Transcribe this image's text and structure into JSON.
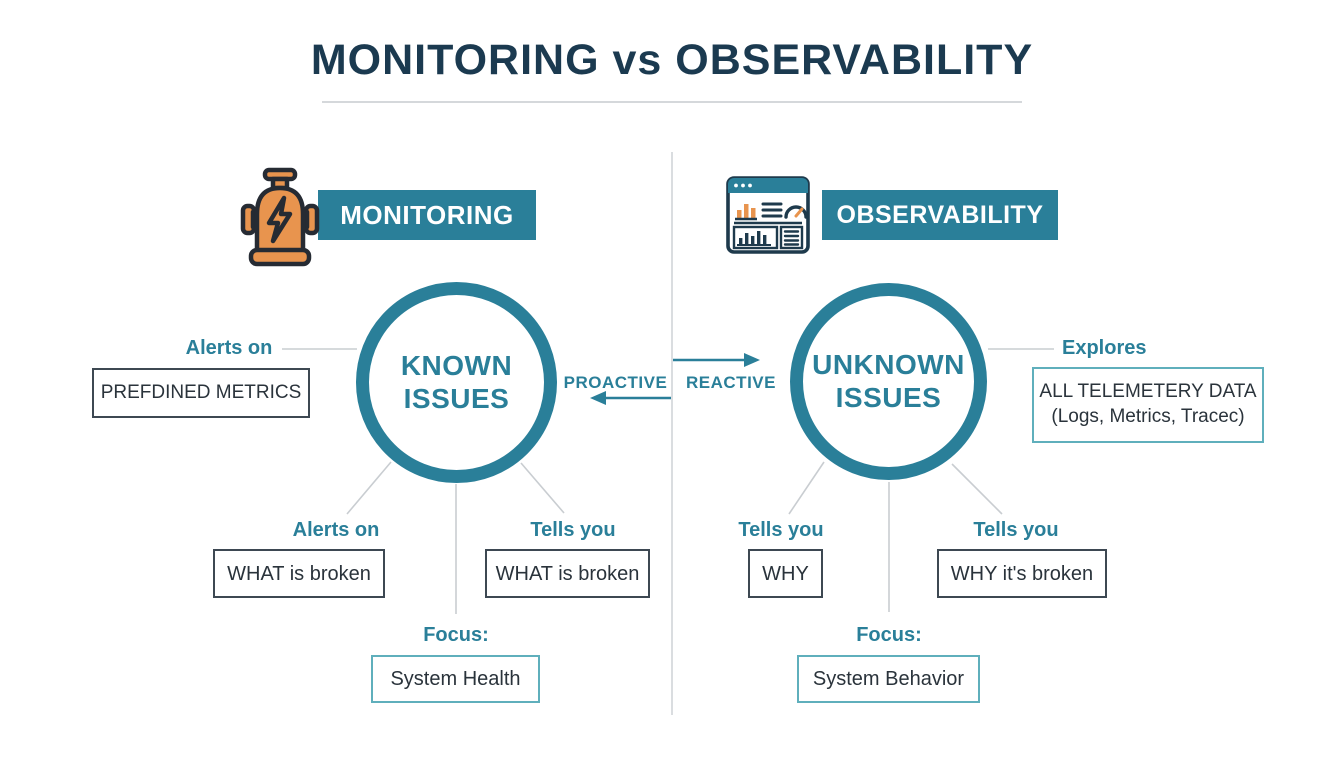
{
  "title": "MONITORING vs OBSERVABILITY",
  "colors": {
    "teal": "#2a7f99",
    "navy": "#1b3a50",
    "orange": "#e8944e",
    "box_border_dark": "#3d4852",
    "box_border_teal": "#5fafbc",
    "connector_gray": "#c9cdd1"
  },
  "center": {
    "proactive": "PROACTIVE",
    "reactive": "REACTIVE"
  },
  "left": {
    "header": "MONITORING",
    "icon": "machine-lightning-icon",
    "circle": {
      "line1": "KNOWN",
      "line2": "ISSUES"
    },
    "top_label": "Alerts on",
    "top_box": "PREFDINED METRICS",
    "bottom": [
      {
        "label": "Alerts on",
        "box": "WHAT is broken"
      },
      {
        "label": "Tells you",
        "box": "WHAT is broken"
      }
    ],
    "focus_label": "Focus:",
    "focus_box": "System Health"
  },
  "right": {
    "header": "OBSERVABILITY",
    "icon": "dashboard-icon",
    "circle": {
      "line1": "UNKNOWN",
      "line2": "ISSUES"
    },
    "top_label": "Explores",
    "top_box_line1": "ALL TELEMETERY DATA",
    "top_box_line2": "(Logs, Metrics, Tracec)",
    "bottom": [
      {
        "label": "Tells you",
        "box": "WHY"
      },
      {
        "label": "Tells you",
        "box": "WHY it's broken"
      }
    ],
    "focus_label": "Focus:",
    "focus_box": "System Behavior"
  }
}
